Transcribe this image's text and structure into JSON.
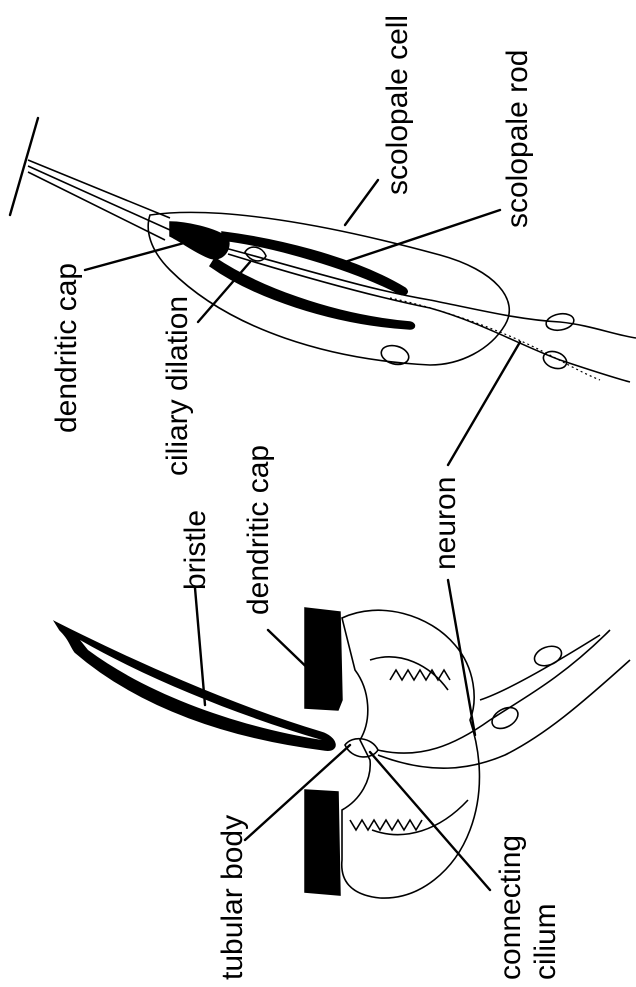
{
  "labels": {
    "scolopale_cell": "scolopale cell",
    "scolopale_rod": "scolopale rod",
    "dendritic_cap_top": "dendritic cap",
    "ciliary_dilation": "ciliary dilation",
    "bristle": "bristle",
    "dendritic_cap_bottom": "dendritic cap",
    "neuron": "neuron",
    "tubular_body": "tubular body",
    "connecting": "connecting",
    "cilium": "cilium"
  }
}
